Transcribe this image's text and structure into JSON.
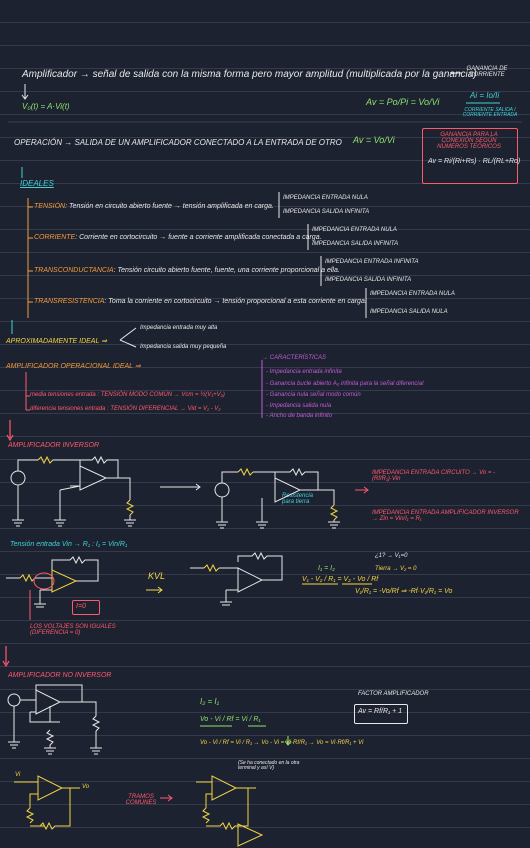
{
  "sec1": {
    "main": "Amplificador → señal de salida con la misma forma pero mayor amplitud (multiplicada por la ganancia)",
    "ganancia_note": "GANANCIA DE CORRIENTE",
    "vo": "V₀(t) = A·Vi(t)",
    "av_eq": "Av = Po/Pi = Vo/Vi",
    "ai_eq": "Ai = Io/Ii",
    "corriente_note": "CORRIENTE SALIDA / CORRIENTE ENTRADA"
  },
  "cascade": {
    "text": "OPERACIÓN → SALIDA DE UN AMPLIFICADOR CONECTADO A LA ENTRADA DE OTRO",
    "av": "Av = Vo/Vi",
    "box_title": "GANANCIA PARA LA CONEXIÓN SEGÚN NÚMEROS TEÓRICOS",
    "box_eq": "Av = Ri/(Ri+Rs) · RL/(RL+Ro)"
  },
  "ideales": {
    "title": "IDEALES",
    "items": [
      {
        "label": "TENSIÓN",
        "desc": ": Tensión en circuito abierto fuente → tensión amplificada en carga.",
        "props": [
          "IMPEDANCIA ENTRADA NULA",
          "IMPEDANCIA SALIDA INFINITA"
        ]
      },
      {
        "label": "CORRIENTE",
        "desc": ": Corriente en cortocircuito → fuente a corriente amplificada conectada a carga.",
        "props": [
          "IMPEDANCIA ENTRADA NULA",
          "IMPEDANCIA SALIDA INFINITA"
        ]
      },
      {
        "label": "TRANSCONDUCTANCIA",
        "desc": ": Tensión circuito abierto fuente, fuente, una corriente proporcional a ella.",
        "props": [
          "IMPEDANCIA ENTRADA INFINITA",
          "IMPEDANCIA SALIDA INFINITA"
        ]
      },
      {
        "label": "TRANSRESISTENCIA",
        "desc": ": Toma la corriente en cortocircuito → tensión proporcional a esta corriente en carga.",
        "props": [
          "IMPEDANCIA ENTRADA NULA",
          "IMPEDANCIA SALIDA NULA"
        ]
      }
    ]
  },
  "aprox": {
    "title": "APROXIMADAMENTE IDEAL ⇒",
    "lines": [
      "Impedancia entrada muy alta",
      "Impedancia salida muy pequeña"
    ]
  },
  "opamp": {
    "title": "AMPLIFICADOR OPERACIONAL IDEAL ⇒",
    "modo": "media tensiones entrada : TENSIÓN MODO COMÚN → Vcm = ½(V₁+V₂)",
    "dif": "diferencia tensiones entrada : TENSIÓN DIFERENCIAL → Vid = V₁ - V₂",
    "chars_title": "→ CARACTERÍSTICAS",
    "chars": [
      "- Impedancia entrada infinita",
      "- Ganancia bucle abierto A₀ infinita para la señal diferencial",
      "- Ganancia nula señal modo común",
      "- Impedancia salida nula",
      "- Ancho de banda infinito"
    ]
  },
  "inversor": {
    "title": "AMPLIFICADOR INVERSOR",
    "right_note": "IMPEDANCIA ENTRADA CIRCUITO → Vo = -(Rf/R₁)·Vin",
    "zin_note": "IMPEDANCIA ENTRADA AMPLIFICADOR INVERSOR → Zin = Vin/I₁ = R₁",
    "rtl": "Resistencia para tierra",
    "tension": "Tensión entrada Vin → R₁ : I₁ = Vin/R₁",
    "kvl": "KVL",
    "i0": "I=0",
    "voltajes": "LOS VOLTAJES SON IGUALES (DIFERENCIA = 0)",
    "i1": "I₁ = I₂",
    "d_note": "¿1? → V₁=0",
    "v_eq": "V₁ - V₂ / R₁ = V₂ - Vo / Rf",
    "tierra": "Tierra → V₂ = 0",
    "final": "V₁/R₁ = -Vo/Rf ⇒ -Rf·V₁/R₁ = Vo"
  },
  "noinv": {
    "title": "AMPLIFICADOR NO INVERSOR",
    "i_eq": "I₂ = I₁",
    "eq1": "Vo - Vi / Rf = Vi / R₁",
    "eq2": "Vo - Vi / Rf = Vi / R₁ → Vo - Vi = Vi·Rf/R₁ → Vo = Vi·Rf/R₁ + Vi",
    "factor": "FACTOR AMPLIFICADOR",
    "av": "Av = Rf/R₁ + 1",
    "note": "(Se ha conectado en la otra terminal y así V)",
    "tramo": "TRAMOS COMUNES",
    "vi": "Vi",
    "vo": "Vo"
  },
  "colors": {
    "bg": "#1d2230",
    "white": "#e8e8e8",
    "green": "#8fe36b",
    "yellow": "#f3d544",
    "orange": "#f39a3a",
    "red": "#ff5a6b",
    "cyan": "#3fd3d8",
    "purple": "#c45bd6",
    "blue": "#3aa6f2"
  }
}
